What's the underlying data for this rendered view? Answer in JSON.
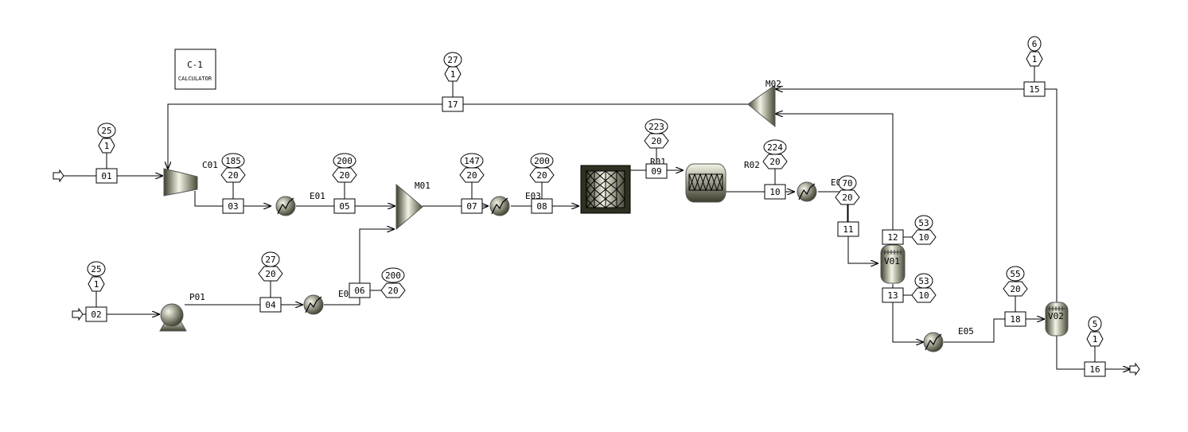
{
  "streams": [
    "01",
    "02",
    "03",
    "04",
    "05",
    "06",
    "07",
    "08",
    "09",
    "10",
    "11",
    "12",
    "13",
    "15",
    "16",
    "17",
    "18"
  ],
  "blocks": {
    "C01": "C01",
    "P01": "P01",
    "E01": "E01",
    "E02": "E0",
    "M01": "M01",
    "E03": "E03",
    "R01": "R01",
    "R02": "R02",
    "E04": "E0",
    "V01": "V01",
    "E05": "E05",
    "V02": "V02",
    "M02": "M02"
  },
  "calculator": {
    "name": "C-1",
    "label": "CALCULATOR"
  },
  "conditions": {
    "s01": {
      "t": "25",
      "p": "1"
    },
    "s02": {
      "t": "25",
      "p": "1"
    },
    "s03": {
      "t": "185",
      "p": "20"
    },
    "s04": {
      "t": "27",
      "p": "20"
    },
    "s05": {
      "t": "200",
      "p": "20"
    },
    "s06": {
      "t": "200",
      "p": "20"
    },
    "s07": {
      "t": "147",
      "p": "20"
    },
    "s08": {
      "t": "200",
      "p": "20"
    },
    "s09": {
      "t": "223",
      "p": "20"
    },
    "s10": {
      "t": "224",
      "p": "20"
    },
    "s11": {
      "t": "70",
      "p": "20"
    },
    "s12": {
      "t": "53",
      "p": "10"
    },
    "s13": {
      "t": "53",
      "p": "10"
    },
    "s15": {
      "t": "6",
      "p": "1"
    },
    "s16": {
      "t": "5",
      "p": "1"
    },
    "s17": {
      "t": "27",
      "p": "1"
    },
    "s18": {
      "t": "55",
      "p": "20"
    }
  },
  "colors": {
    "line": "#000000",
    "equipment_light": "#e8e8d8",
    "equipment_dark": "#3a3a2a"
  }
}
